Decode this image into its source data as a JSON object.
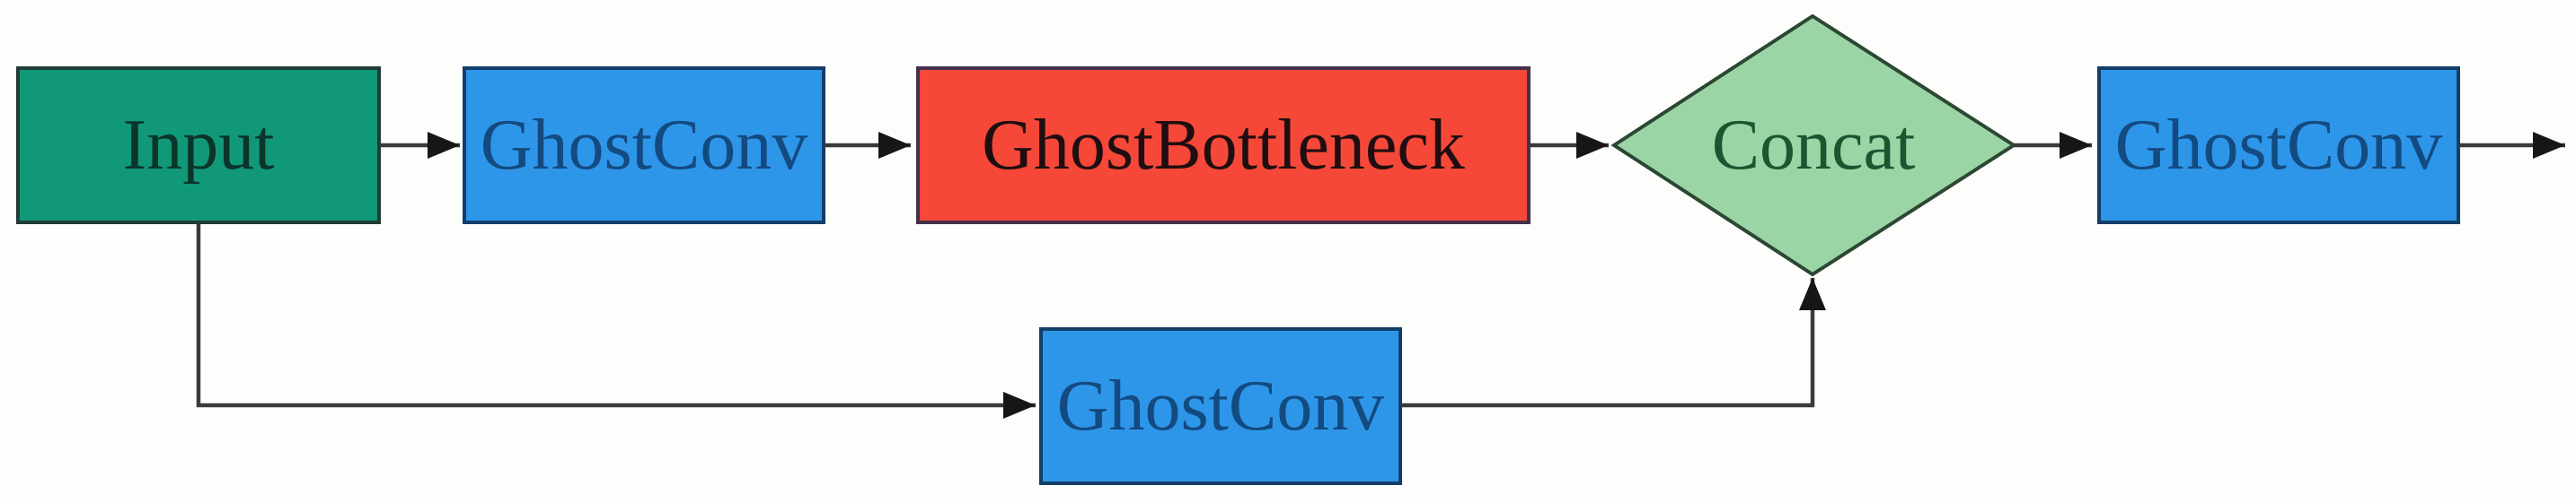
{
  "figure": {
    "type": "flow-diagram",
    "background_color": "#fdfdfc",
    "connector_color": "#3a3a3a",
    "arrowhead_color": "#161616",
    "nodes": {
      "input": {
        "label": "Input",
        "shape": "rectangle",
        "fill": "#119879",
        "border_color": "#203c35",
        "text_color": "#0b352b"
      },
      "ghostconv_top": {
        "label": "GhostConv",
        "shape": "rectangle",
        "fill": "#2e96e9",
        "border_color": "#143e6a",
        "text_color": "#134a80"
      },
      "ghostbottleneck": {
        "label": "GhostBottleneck",
        "shape": "rectangle",
        "fill": "#f54838",
        "border_color": "#45304c",
        "text_color": "#1f0e11"
      },
      "concat": {
        "label": "Concat",
        "shape": "diamond",
        "fill": "#9cd5a5",
        "border_color": "#2b4833",
        "text_color": "#1a5630"
      },
      "ghostconv_bottom": {
        "label": "GhostConv",
        "shape": "rectangle",
        "fill": "#2e96e9",
        "border_color": "#143e6a",
        "text_color": "#134a80"
      },
      "ghostconv_out": {
        "label": "GhostConv",
        "shape": "rectangle",
        "fill": "#2e96e9",
        "border_color": "#143e6a",
        "text_color": "#134a80"
      }
    },
    "edges": [
      {
        "from": "input",
        "to": "ghostconv_top",
        "arrow": true,
        "route": "straight-right"
      },
      {
        "from": "ghostconv_top",
        "to": "ghostbottleneck",
        "arrow": true,
        "route": "straight-right"
      },
      {
        "from": "ghostbottleneck",
        "to": "concat",
        "arrow": true,
        "route": "straight-right"
      },
      {
        "from": "concat",
        "to": "ghostconv_out",
        "arrow": true,
        "route": "straight-right"
      },
      {
        "from": "ghostconv_out",
        "to": "off-canvas-right",
        "arrow": true,
        "route": "straight-right"
      },
      {
        "from": "input",
        "to": "ghostconv_bottom",
        "arrow": true,
        "route": "down-then-right"
      },
      {
        "from": "ghostconv_bottom",
        "to": "concat",
        "arrow": true,
        "route": "right-then-up"
      }
    ]
  }
}
